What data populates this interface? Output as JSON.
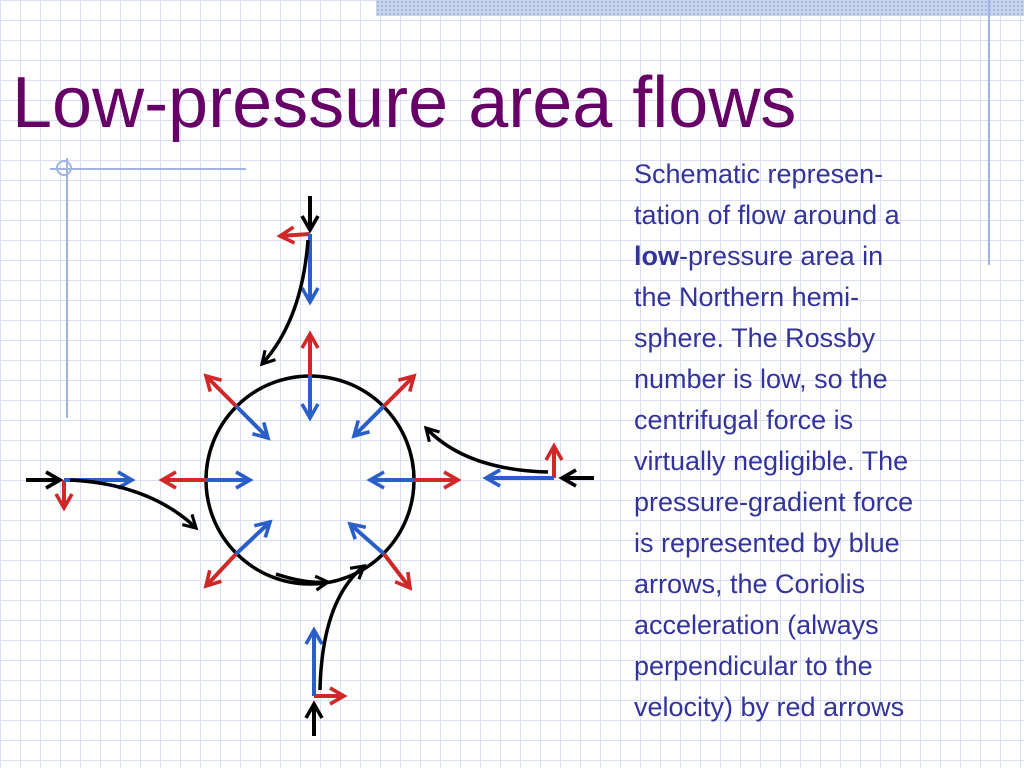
{
  "slide": {
    "title": "Low-pressure area flows",
    "description_lines": [
      {
        "pre": "Schematic represen-",
        "bold": "",
        "post": ""
      },
      {
        "pre": "tation of flow around a",
        "bold": "",
        "post": ""
      },
      {
        "pre": "",
        "bold": "low",
        "post": "-pressure area in"
      },
      {
        "pre": "the Northern hemi-",
        "bold": "",
        "post": ""
      },
      {
        "pre": "sphere. The Rossby",
        "bold": "",
        "post": ""
      },
      {
        "pre": "number is low, so the",
        "bold": "",
        "post": ""
      },
      {
        "pre": "centrifugal force is",
        "bold": "",
        "post": ""
      },
      {
        "pre": "virtually negligible. The",
        "bold": "",
        "post": ""
      },
      {
        "pre": "pressure-gradient force",
        "bold": "",
        "post": ""
      },
      {
        "pre": "is represented by blue",
        "bold": "",
        "post": ""
      },
      {
        "pre": "arrows, the Coriolis",
        "bold": "",
        "post": ""
      },
      {
        "pre": "acceleration (always",
        "bold": "",
        "post": ""
      },
      {
        "pre": "perpendicular to the",
        "bold": "",
        "post": ""
      },
      {
        "pre": "velocity) by red arrows",
        "bold": "",
        "post": ""
      }
    ]
  },
  "colors": {
    "title": "#660066",
    "text": "#333399",
    "pressure_gradient": "#2a5fc9",
    "coriolis": "#d02828",
    "flow": "#000000",
    "decor": "#9fb4e3"
  }
}
